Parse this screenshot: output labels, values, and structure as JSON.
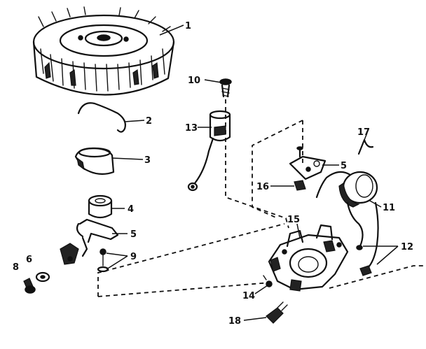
{
  "diagram": {
    "colors": {
      "ink": "#111111",
      "background": "#ffffff"
    },
    "parts": [
      {
        "id": "p1",
        "label": "1",
        "icon": "flywheel-icon"
      },
      {
        "id": "p2",
        "label": "2",
        "icon": "spring-clip-icon"
      },
      {
        "id": "p3",
        "label": "3",
        "icon": "cam-cover-icon"
      },
      {
        "id": "p4",
        "label": "4",
        "icon": "cam-icon"
      },
      {
        "id": "p5a",
        "label": "5",
        "icon": "breaker-point-arm-icon"
      },
      {
        "id": "p5b",
        "label": "5",
        "icon": "breaker-point-bracket-icon"
      },
      {
        "id": "p6",
        "label": "6",
        "icon": "washer-icon"
      },
      {
        "id": "p8",
        "label": "8",
        "icon": "screw-icon"
      },
      {
        "id": "p9",
        "label": "9",
        "icon": "screw-and-washer-icon"
      },
      {
        "id": "p10",
        "label": "10",
        "icon": "screw-icon"
      },
      {
        "id": "p11",
        "label": "11",
        "icon": "ignition-coil-icon"
      },
      {
        "id": "p12",
        "label": "12",
        "icon": "lead-wire-icon"
      },
      {
        "id": "p13",
        "label": "13",
        "icon": "condenser-icon"
      },
      {
        "id": "p14",
        "label": "14",
        "icon": "screw-icon"
      },
      {
        "id": "p15",
        "label": "15",
        "icon": "stator-plate-icon"
      },
      {
        "id": "p16",
        "label": "16",
        "icon": "clip-icon"
      },
      {
        "id": "p17",
        "label": "17",
        "icon": "wire-clip-icon"
      },
      {
        "id": "p18",
        "label": "18",
        "icon": "screw-icon"
      }
    ]
  }
}
